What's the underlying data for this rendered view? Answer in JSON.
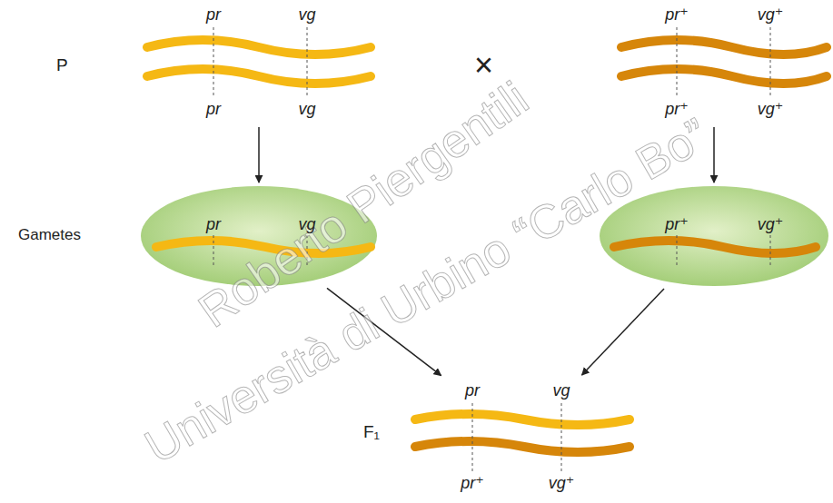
{
  "diagram": {
    "nodes": [
      {
        "text": [
          "pr",
          "vg",
          "pr",
          "vg"
        ]
      },
      {
        "text": [
          "pr⁺",
          "vg⁺",
          "pr⁺",
          "vg⁺"
        ]
      },
      {
        "text": [
          "pr",
          "vg"
        ]
      },
      {
        "text": [
          "pr⁺",
          "vg⁺"
        ]
      },
      {
        "text": [
          "pr",
          "vg",
          "pr⁺",
          "vg⁺"
        ]
      }
    ],
    "edges": [
      {
        "from": 0,
        "to": 2,
        "arrow": "to"
      },
      {
        "from": 1,
        "to": 3,
        "arrow": "to"
      },
      {
        "from": 2,
        "to": 4,
        "arrow": "to"
      },
      {
        "from": 3,
        "to": 4,
        "arrow": "to"
      }
    ],
    "labels": [
      "Roberto Piergentili",
      "Università di Urbino “Carlo Bo”",
      "P",
      "×",
      "Gametes",
      "F₁"
    ]
  }
}
